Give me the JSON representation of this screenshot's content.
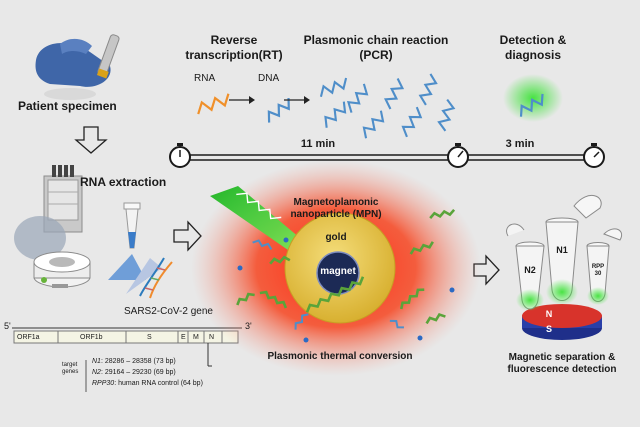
{
  "top": {
    "rt_title_line1": "Reverse",
    "rt_title_line2": "transcription(RT)",
    "pcr_title_line1": "Plasmonic chain reaction",
    "pcr_title_line2": "(PCR)",
    "detect_title_line1": "Detection &",
    "detect_title_line2": "diagnosis",
    "rna_label": "RNA",
    "dna_label": "DNA"
  },
  "timeline": {
    "segment1": "11 min",
    "segment2": "3 min"
  },
  "left": {
    "patient_specimen": "Patient specimen",
    "rna_extraction": "RNA extraction",
    "gene_label": "SARS2-CoV-2 gene"
  },
  "genome": {
    "five_prime": "5'",
    "three_prime": "3'",
    "segments": [
      "ORF1a",
      "ORF1b",
      "S",
      "E",
      "M",
      "N"
    ],
    "target_genes_line1": "target",
    "target_genes_line2": "genes",
    "n1_name": "N1",
    "n1_range": ": 28286 – 28358 (73 bp)",
    "n2_name": "N2",
    "n2_range": ": 29164 – 29230 (69 bp)",
    "rpp_name": "RPP30",
    "rpp_desc": ": human RNA control (64 bp)"
  },
  "center": {
    "mpn_line1": "Magnetoplamonic",
    "mpn_line2": "nanoparticle (MPN)",
    "gold": "gold",
    "magnet": "magnet",
    "caption": "Plasmonic thermal conversion"
  },
  "right": {
    "tube_n1": "N1",
    "tube_n2": "N2",
    "tube_rpp_line1": "RPP",
    "tube_rpp_line2": "30",
    "magnet_n": "N",
    "magnet_s": "S",
    "caption_line1": "Magnetic separation &",
    "caption_line2": "fluorescence detection"
  },
  "colors": {
    "rna_orange": "#f0902a",
    "dna_blue": "#4f8ec9",
    "glow_green": "#3fd13a",
    "laser_green": "#1ec81e",
    "heat_red": "#ee2b1f",
    "gold_particle": "#e6c23f",
    "magnet_navy": "#1c2a55"
  }
}
